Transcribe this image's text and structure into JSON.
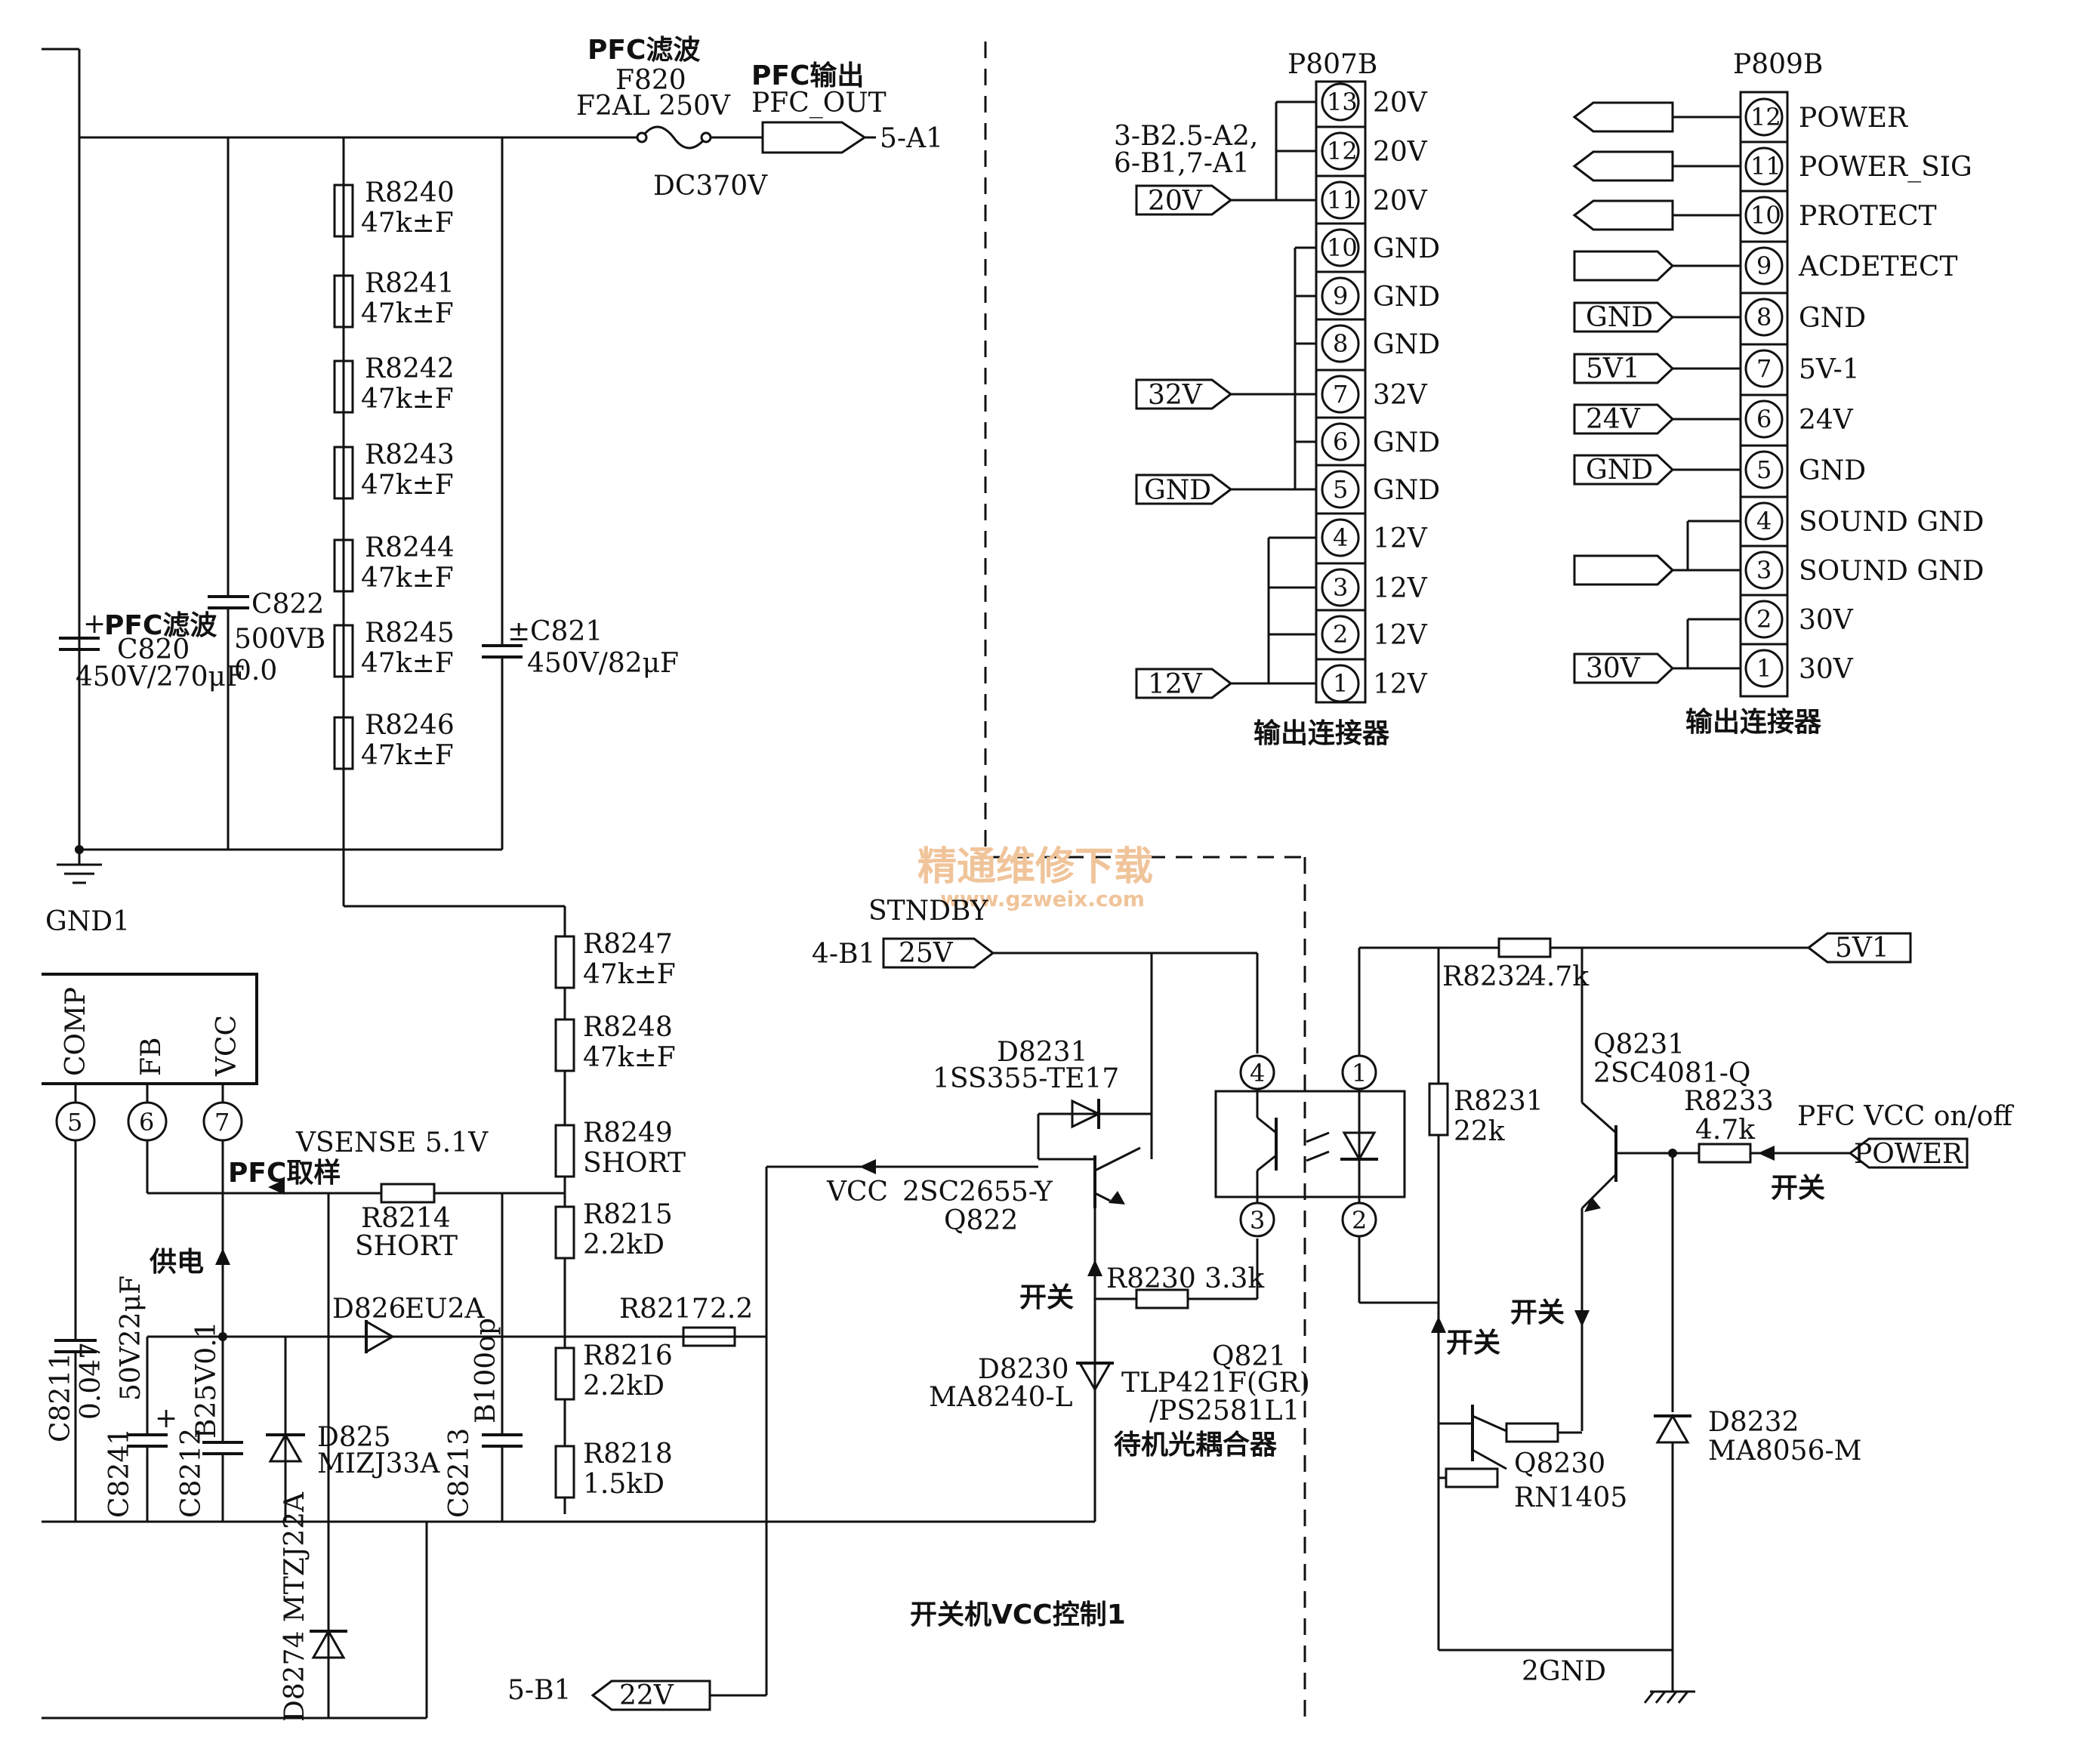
{
  "pfc_section": {
    "pfc_filter_title": "PFC滤波",
    "fuse_ref": "F820",
    "fuse_value": "F2AL 250V",
    "pfc_output_title": "PFC输出",
    "pfc_out_label": "PFC_OUT",
    "pfc_out_dest": "5-A1",
    "dc_voltage": "DC370V",
    "gnd1": "GND1",
    "c820_title": "PFC滤波",
    "c820_ref": "C820",
    "c820_value": "450V/270μF",
    "c822_ref": "C822",
    "c822_value1": "500VB",
    "c822_value2": "0.0",
    "c821_ref": "C821",
    "c821_value": "450V/82μF",
    "resistors": [
      {
        "ref": "R8240",
        "value": "47k±F"
      },
      {
        "ref": "R8241",
        "value": "47k±F"
      },
      {
        "ref": "R8242",
        "value": "47k±F"
      },
      {
        "ref": "R8243",
        "value": "47k±F"
      },
      {
        "ref": "R8244",
        "value": "47k±F"
      },
      {
        "ref": "R8245",
        "value": "47k±F"
      },
      {
        "ref": "R8246",
        "value": "47k±F"
      }
    ],
    "divider": [
      {
        "ref": "R8247",
        "value": "47k±F"
      },
      {
        "ref": "R8248",
        "value": "47k±F"
      },
      {
        "ref": "R8249",
        "value": "SHORT"
      },
      {
        "ref": "R8215",
        "value": "2.2kD"
      },
      {
        "ref": "R8216",
        "value": "2.2kD"
      },
      {
        "ref": "R8218",
        "value": "1.5kD"
      }
    ]
  },
  "ic": {
    "pin_comp": "COMP",
    "pin_fb": "FB",
    "pin_vcc": "VCC",
    "pin_numbers": [
      "5",
      "6",
      "7"
    ],
    "vsense": "VSENSE 5.1V",
    "pfc_sample": "PFC取样",
    "supply": "供电",
    "r8214_ref": "R8214",
    "r8214_value": "SHORT",
    "d826_ref": "D826",
    "d826_value": "EU2A",
    "r8217_ref": "R8217",
    "r8217_value": "2.2",
    "d825_ref": "D825",
    "d825_value": "MIZJ33A",
    "c8211_ref": "C8211",
    "c8211_value": "0.047",
    "c8241_ref": "C8241",
    "c8241_value": "50V22μF",
    "c8212_ref": "C8212",
    "c8212_value": "B25V0.1",
    "c8213_ref": "C8213",
    "c8213_value": "B100op",
    "d8274_label": "D8274 MTZJ22A"
  },
  "standby": {
    "stndby": "STNDBY",
    "src_ref": "4-B1",
    "v25": "25V",
    "d8231_ref": "D8231",
    "d8231_value": "1SS355-TE17",
    "vcc_label": "VCC",
    "q822_type": "2SC2655-Y",
    "q822_ref": "Q822",
    "switch1": "开关",
    "r8230_label": "R8230 3.3k",
    "d8230_ref": "D8230",
    "d8230_value": "MA8240-L",
    "q821_ref": "Q821",
    "q821_value1": "TLP421F(GR)",
    "q821_value2": "/PS2581L1",
    "optocoupler": "待机光耦合器",
    "opto_pins": [
      "4",
      "1",
      "3",
      "2"
    ],
    "caption": "开关机VCC控制1",
    "dst_ref": "5-B1",
    "v22": "22V"
  },
  "control": {
    "r8232_label": "R8232",
    "r8232_value": "4.7k",
    "v5v1": "5V1",
    "r8231_ref": "R8231",
    "r8231_value": "22k",
    "q8231_ref": "Q8231",
    "q8231_value": "2SC4081-Q",
    "r8233_ref": "R8233",
    "r8233_value": "4.7k",
    "pfc_vcc_onoff": "PFC VCC on/off",
    "power_flag": "POWER",
    "switch2": "开关",
    "switch3": "开关",
    "switch4": "开关",
    "q8230_ref": "Q8230",
    "q8230_value": "RN1405",
    "d8232_ref": "D8232",
    "d8232_value": "MA8056-M",
    "gnd2": "2GND"
  },
  "p807b": {
    "title": "P807B",
    "note1": "3-B2.5-A2,",
    "note2": "6-B1,7-A1",
    "pins": [
      {
        "num": "13",
        "signal": "20V"
      },
      {
        "num": "12",
        "signal": "20V"
      },
      {
        "num": "11",
        "signal": "20V"
      },
      {
        "num": "10",
        "signal": "GND"
      },
      {
        "num": "9",
        "signal": "GND"
      },
      {
        "num": "8",
        "signal": "GND"
      },
      {
        "num": "7",
        "signal": "32V"
      },
      {
        "num": "6",
        "signal": "GND"
      },
      {
        "num": "5",
        "signal": "GND"
      },
      {
        "num": "4",
        "signal": "12V"
      },
      {
        "num": "3",
        "signal": "12V"
      },
      {
        "num": "2",
        "signal": "12V"
      },
      {
        "num": "1",
        "signal": "12V"
      }
    ],
    "flags": [
      "20V",
      "32V",
      "GND",
      "12V"
    ],
    "caption": "输出连接器"
  },
  "p809b": {
    "title": "P809B",
    "pins": [
      {
        "num": "12",
        "signal": "POWER"
      },
      {
        "num": "11",
        "signal": "POWER_SIG"
      },
      {
        "num": "10",
        "signal": "PROTECT"
      },
      {
        "num": "9",
        "signal": "ACDETECT"
      },
      {
        "num": "8",
        "signal": "GND"
      },
      {
        "num": "7",
        "signal": "5V-1"
      },
      {
        "num": "6",
        "signal": "24V"
      },
      {
        "num": "5",
        "signal": "GND"
      },
      {
        "num": "4",
        "signal": "SOUND GND"
      },
      {
        "num": "3",
        "signal": "SOUND GND"
      },
      {
        "num": "2",
        "signal": "30V"
      },
      {
        "num": "1",
        "signal": "30V"
      }
    ],
    "flags": [
      "",
      "",
      "",
      "",
      "GND",
      "5V1",
      "24V",
      "GND",
      "",
      "",
      "",
      "30V"
    ],
    "caption": "输出连接器"
  },
  "watermark": {
    "line1": "精通维修下载",
    "line2": "www.gzweix.com"
  }
}
